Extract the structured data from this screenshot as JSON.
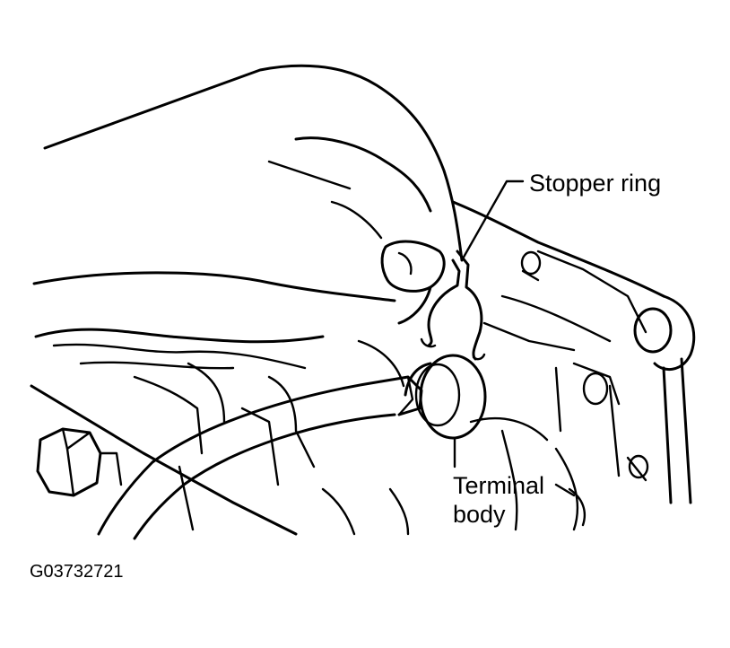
{
  "labels": {
    "stopper_ring": "Stopper ring",
    "terminal_body_line1": "Terminal",
    "terminal_body_line2": "body",
    "figure_code": "G03732721"
  },
  "colors": {
    "ink": "#000000",
    "paper": "#ffffff"
  }
}
